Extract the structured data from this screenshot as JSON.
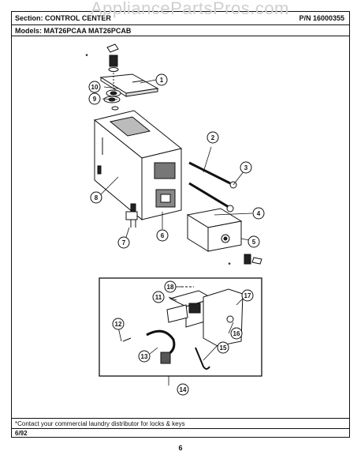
{
  "header": {
    "section": "Section:  CONTROL CENTER",
    "part_number": "P/N 16000355",
    "models": "Models:   MAT26PCAA   MAT26PCAB",
    "watermark": "AppliancePartsPros.com"
  },
  "callouts": [
    "1",
    "2",
    "3",
    "4",
    "5",
    "6",
    "7",
    "8",
    "9",
    "10",
    "11",
    "12",
    "13",
    "14",
    "15",
    "16",
    "17",
    "18"
  ],
  "asterisk": "*",
  "footnote": "*Contact your commercial laundry distributor for locks & keys",
  "date": "6/92",
  "page_number": "6"
}
